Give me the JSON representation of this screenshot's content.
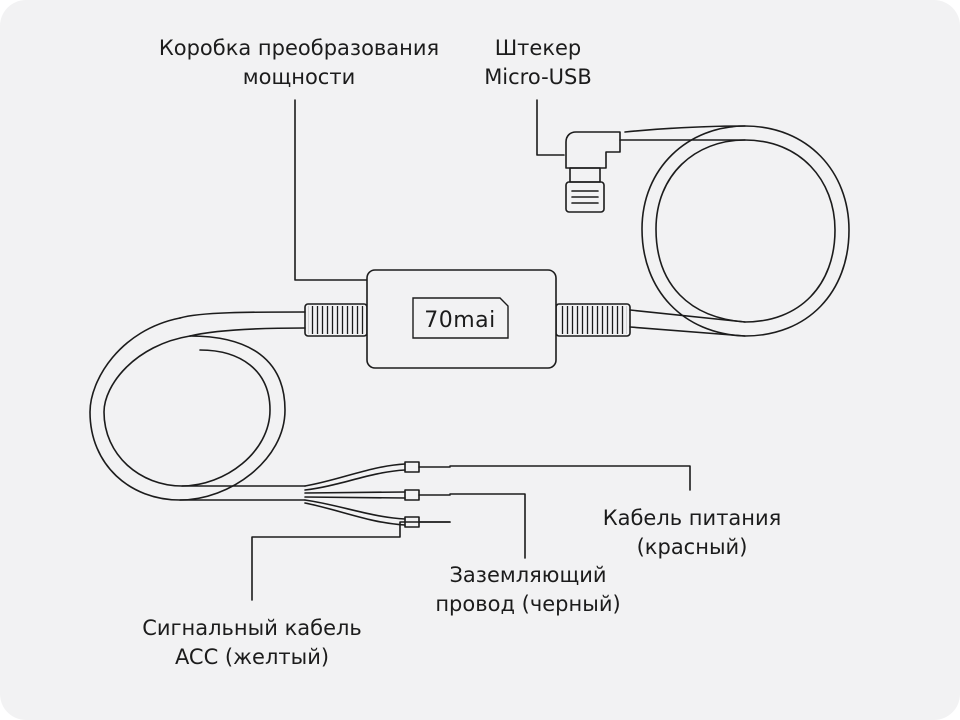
{
  "labels": {
    "power_box": [
      "Коробка преобразования",
      "мощности"
    ],
    "micro_usb": [
      "Штекер",
      "Micro-USB"
    ],
    "power_cable": [
      "Кабель питания",
      "(красный)"
    ],
    "ground_wire": [
      "Заземляющий",
      "провод (черный)"
    ],
    "acc_cable": [
      "Сигнальный кабель",
      "ACC (желтый)"
    ]
  },
  "box_brand": "70mai",
  "colors": {
    "background": "#f2f2f3",
    "stroke": "#1c1c1c",
    "text": "#1c1c1c"
  }
}
